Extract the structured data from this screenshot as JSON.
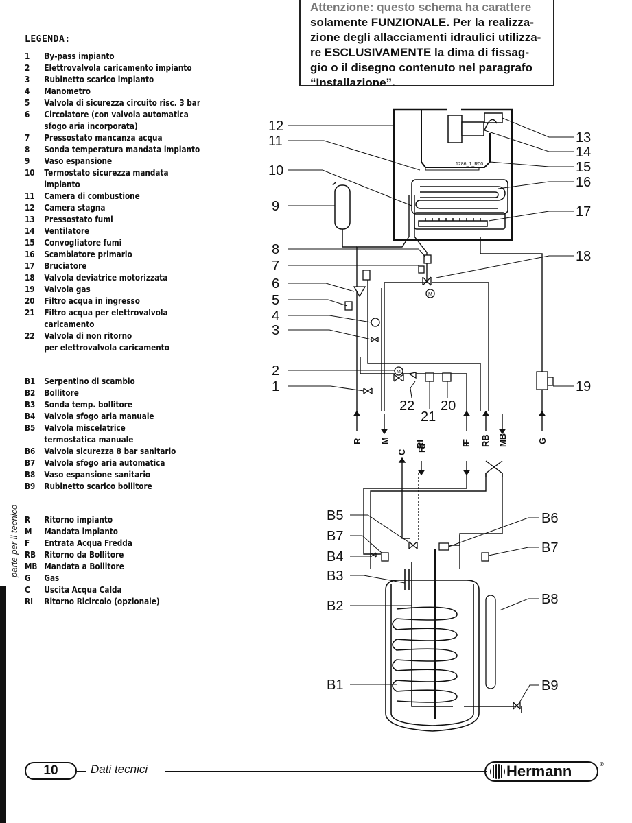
{
  "notice": {
    "line0": "Attenzione: questo schema ha carattere",
    "body": "solamente FUNZIONALE. Per la realizza- zione degli allacciamenti idraulici utilizza- re ESCLUSIVAMENTE la dima di fissag- gio o il disegno contenuto nel paragrafo “Installazione”."
  },
  "legend": {
    "title": "LEGENDA:",
    "items": [
      {
        "key": "1",
        "text": "By-pass impianto"
      },
      {
        "key": "2",
        "text": "Elettrovalvola caricamento impianto"
      },
      {
        "key": "3",
        "text": "Rubinetto scarico impianto"
      },
      {
        "key": "4",
        "text": "Manometro"
      },
      {
        "key": "5",
        "text": "Valvola di sicurezza circuito risc. 3 bar"
      },
      {
        "key": "6",
        "text": "Circolatore (con valvola automatica\nsfogo aria incorporata)"
      },
      {
        "key": "7",
        "text": "Pressostato mancanza acqua"
      },
      {
        "key": "8",
        "text": "Sonda temperatura mandata impianto"
      },
      {
        "key": "9",
        "text": "Vaso espansione"
      },
      {
        "key": "10",
        "text": "Termostato sicurezza mandata impianto"
      },
      {
        "key": "11",
        "text": "Camera di combustione"
      },
      {
        "key": "12",
        "text": "Camera stagna"
      },
      {
        "key": "13",
        "text": "Pressostato fumi"
      },
      {
        "key": "14",
        "text": "Ventilatore"
      },
      {
        "key": "15",
        "text": "Convogliatore fumi"
      },
      {
        "key": "16",
        "text": "Scambiatore primario"
      },
      {
        "key": "17",
        "text": "Bruciatore"
      },
      {
        "key": "18",
        "text": "Valvola deviatrice motorizzata"
      },
      {
        "key": "19",
        "text": "Valvola gas"
      },
      {
        "key": "20",
        "text": "Filtro acqua in ingresso"
      },
      {
        "key": "21",
        "text": "Filtro acqua per elettrovalvola caricamento"
      },
      {
        "key": "22",
        "text": "Valvola di non ritorno\nper elettrovalvola caricamento"
      }
    ],
    "b_items": [
      {
        "key": "B1",
        "text": "Serpentino di scambio"
      },
      {
        "key": "B2",
        "text": "Bollitore"
      },
      {
        "key": "B3",
        "text": "Sonda temp. bollitore"
      },
      {
        "key": "B4",
        "text": "Valvola sfogo aria manuale"
      },
      {
        "key": "B5",
        "text": "Valvola miscelatrice\ntermostatica manuale"
      },
      {
        "key": "B6",
        "text": "Valvola sicurezza 8 bar sanitario"
      },
      {
        "key": "B7",
        "text": "Valvola sfogo aria automatica"
      },
      {
        "key": "B8",
        "text": "Vaso espansione sanitario"
      },
      {
        "key": "B9",
        "text": "Rubinetto scarico bollitore"
      }
    ],
    "conn_items": [
      {
        "key": "R",
        "text": "Ritorno impianto"
      },
      {
        "key": "M",
        "text": "Mandata impianto"
      },
      {
        "key": "F",
        "text": "Entrata Acqua Fredda"
      },
      {
        "key": "RB",
        "text": "Ritorno da Bollitore"
      },
      {
        "key": "MB",
        "text": "Mandata a Bollitore"
      },
      {
        "key": "G",
        "text": "Gas"
      },
      {
        "key": "C",
        "text": "Uscita Acqua Calda"
      },
      {
        "key": "RI",
        "text": "Ritorno Ricircolo (opzionale)"
      }
    ]
  },
  "side_label": "parte per il tecnico",
  "diagram": {
    "part_code": "1286_1_R00",
    "callouts_left": [
      "12",
      "11",
      "10",
      "9",
      "8",
      "7",
      "6",
      "5",
      "4",
      "3",
      "2",
      "1"
    ],
    "callouts_right": [
      "13",
      "14",
      "15",
      "16",
      "17",
      "18",
      "19"
    ],
    "callouts_bottom": [
      "22",
      "21",
      "20"
    ],
    "boiler_connections": [
      "R",
      "M",
      "RI",
      "F",
      "RB",
      "MB",
      "G"
    ],
    "tank_connections": [
      "C",
      "RI",
      "F"
    ],
    "tank_callouts_left": [
      "B5",
      "B7",
      "B4",
      "B3",
      "B2",
      "B1"
    ],
    "tank_callouts_right": [
      "B6",
      "B7",
      "B8",
      "B9"
    ]
  },
  "footer": {
    "page_number": "10",
    "section": "Dati tecnici",
    "brand": "Hermann",
    "registered": "®"
  }
}
